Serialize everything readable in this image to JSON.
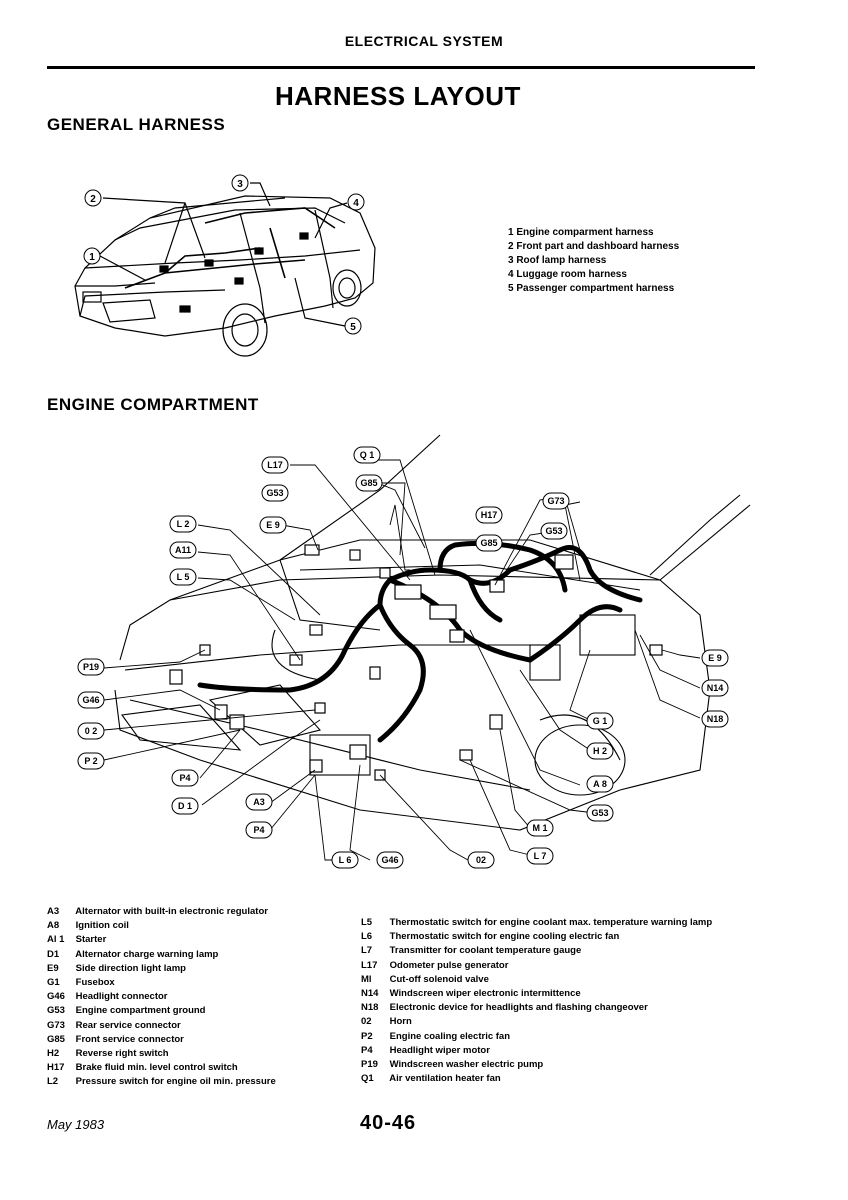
{
  "header": {
    "section": "ELECTRICAL SYSTEM"
  },
  "title": "HARNESS LAYOUT",
  "general_harness": {
    "heading": "GENERAL HARNESS",
    "callouts": [
      "2",
      "3",
      "4",
      "1",
      "5"
    ],
    "legend": [
      "1 Engine comparment harness",
      "2   Front part and dashboard harness",
      "3 Roof lamp harness",
      "4 Luggage room harness",
      "5 Passenger compartment harness"
    ]
  },
  "engine_compartment": {
    "heading": "ENGINE COMPARTMENT",
    "labels": {
      "Q1": "Q 1",
      "G85a": "G85",
      "L17": "L17",
      "G53a": "G53",
      "G73": "G73",
      "H17": "H17",
      "G53b": "G53",
      "L2": "L 2",
      "E9a": "E 9",
      "G85b": "G85",
      "A11": "A11",
      "L5": "L 5",
      "P19": "P19",
      "G46a": "G46",
      "O2a": "0 2",
      "P2": "P 2",
      "P4a": "P4",
      "D1": "D 1",
      "A3": "A3",
      "P4b": "P4",
      "L6": "L 6",
      "G46b": "G46",
      "O2b": "02",
      "M1": "M 1",
      "L7": "L 7",
      "G53c": "G53",
      "A8": "A 8",
      "H2": "H 2",
      "G1": "G 1",
      "N18": "N18",
      "N14": "N14",
      "E9b": "E 9"
    }
  },
  "components_left": [
    {
      "code": "A3",
      "desc": "Alternator with built-in electronic regulator"
    },
    {
      "code": "A8",
      "desc": "Ignition coil"
    },
    {
      "code": "Al 1",
      "desc": "Starter"
    },
    {
      "code": "D1",
      "desc": "Alternator charge warning lamp"
    },
    {
      "code": "E9",
      "desc": "Side direction light lamp"
    },
    {
      "code": "G1",
      "desc": "Fusebox"
    },
    {
      "code": "G46",
      "desc": "Headlight connector"
    },
    {
      "code": "G53",
      "desc": "Engine compartment ground"
    },
    {
      "code": "G73",
      "desc": "Rear service connector"
    },
    {
      "code": "G85",
      "desc": "Front service connector"
    },
    {
      "code": "H2",
      "desc": "Reverse right switch"
    },
    {
      "code": "H17",
      "desc": "Brake fluid min. level control switch"
    },
    {
      "code": "L2",
      "desc": "Pressure switch for engine oil min. pressure"
    }
  ],
  "components_right": [
    {
      "code": "L5",
      "desc": "Thermostatic switch for engine coolant max. temperature warning lamp"
    },
    {
      "code": "L6",
      "desc": "Thermostatic switch for engine cooling electric fan"
    },
    {
      "code": "L7",
      "desc": "Transmitter for coolant temperature gauge"
    },
    {
      "code": "L17",
      "desc": "Odometer pulse generator"
    },
    {
      "code": "Ml",
      "desc": "Cut-off solenoid valve"
    },
    {
      "code": "N14",
      "desc": "Windscreen wiper electronic intermittence"
    },
    {
      "code": "N18",
      "desc": "Electronic device for headlights and flashing changeover"
    },
    {
      "code": "02",
      "desc": "Horn"
    },
    {
      "code": "P2",
      "desc": "Engine coaling electric fan"
    },
    {
      "code": "P4",
      "desc": "Headlight wiper motor"
    },
    {
      "code": "P19",
      "desc": "Windscreen washer electric pump"
    },
    {
      "code": "Q1",
      "desc": "Air ventilation heater fan"
    }
  ],
  "footer": {
    "date": "May  1983",
    "page": "40-46"
  }
}
